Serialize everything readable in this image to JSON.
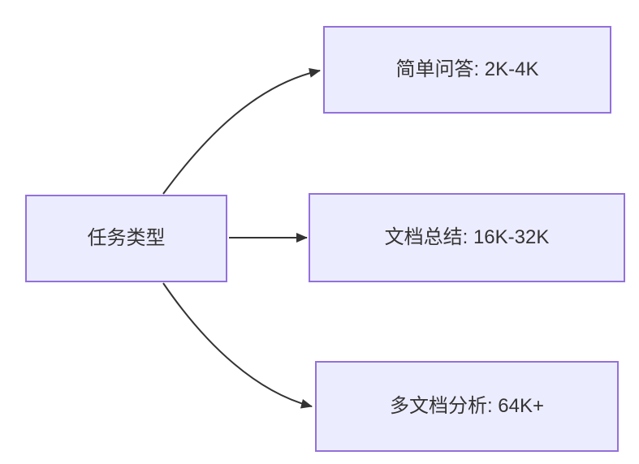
{
  "diagram": {
    "type": "flowchart-LR",
    "background_color": "#ffffff",
    "node_fill_color": "#ECECFF",
    "node_border_color": "#9370DB",
    "edge_color": "#333333",
    "text_color": "#333333",
    "nodes": [
      {
        "id": "root",
        "label": "任务类型"
      },
      {
        "id": "qa",
        "label": "简单问答: 2K-4K"
      },
      {
        "id": "doc",
        "label": "文档总结: 16K-32K"
      },
      {
        "id": "multi",
        "label": "多文档分析: 64K+"
      }
    ],
    "edges": [
      {
        "from": "root",
        "to": "qa"
      },
      {
        "from": "root",
        "to": "doc"
      },
      {
        "from": "root",
        "to": "multi"
      }
    ]
  }
}
